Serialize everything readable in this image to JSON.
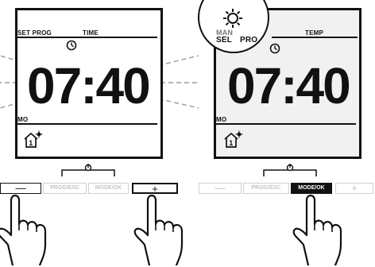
{
  "left_display": {
    "label_set_prog": "SET PROG",
    "label_time": "TIME",
    "clock": "07:40",
    "label_mo": "MO",
    "flashing": true,
    "icons": [
      "clock-icon",
      "house-heat-icon"
    ]
  },
  "left_buttons": {
    "minus": "—",
    "prog_esc": "PROG/ESC",
    "mode_ok": "MODE/OK",
    "plus": "+"
  },
  "right_display": {
    "label_temp": "TEMP",
    "clock": "07:40",
    "label_mo": "MO",
    "magnifier_labels": [
      "MAN",
      "SEL",
      "PRO"
    ],
    "icons": [
      "sun-icon",
      "clock-icon",
      "house-heat-icon"
    ]
  },
  "right_buttons": {
    "minus": "—",
    "prog_esc": "PROG/ESC",
    "mode_ok": "MODE/OK",
    "plus": "+"
  },
  "pressed": {
    "left_first": "minus",
    "left_second": "plus",
    "right": "mode_ok"
  }
}
